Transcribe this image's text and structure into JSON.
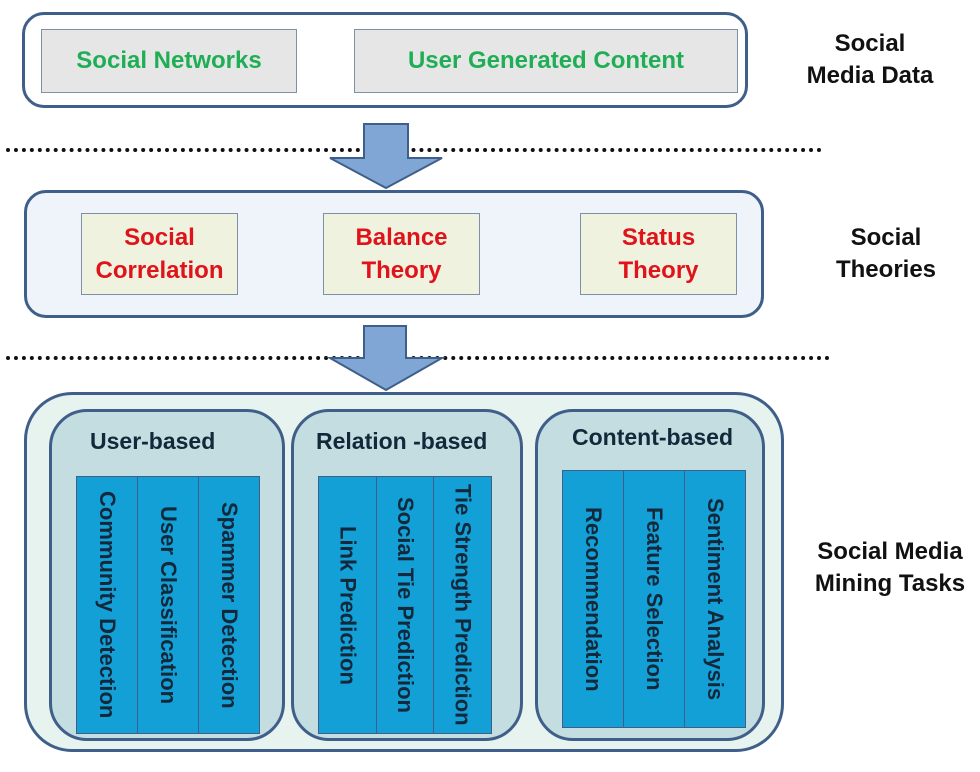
{
  "layers": [
    {
      "label": "Social\nMedia Data",
      "items": [
        "Social Networks",
        "User Generated Content"
      ]
    },
    {
      "label": "Social\nTheories",
      "items": [
        "Social\nCorrelation",
        "Balance\nTheory",
        "Status\nTheory"
      ]
    },
    {
      "label": "Social Media\nMining Tasks",
      "groups": [
        {
          "title": "User-based",
          "tasks": [
            "Community Detection",
            "User Classification",
            "Spammer Detection"
          ]
        },
        {
          "title": "Relation -based",
          "tasks": [
            "Link Prediction",
            "Social Tie Prediction",
            "Tie Strength Prediction"
          ]
        },
        {
          "title": "Content-based",
          "tasks": [
            "Recommendation",
            "Feature Selection",
            "Sentiment Analysis"
          ]
        }
      ]
    }
  ],
  "colors": {
    "data_text": "#1fae55",
    "theory_text": "#e0121a",
    "task_fill": "#13a0d6",
    "arrow_fill": "#7fa6d4",
    "border": "#3f5f8a"
  }
}
